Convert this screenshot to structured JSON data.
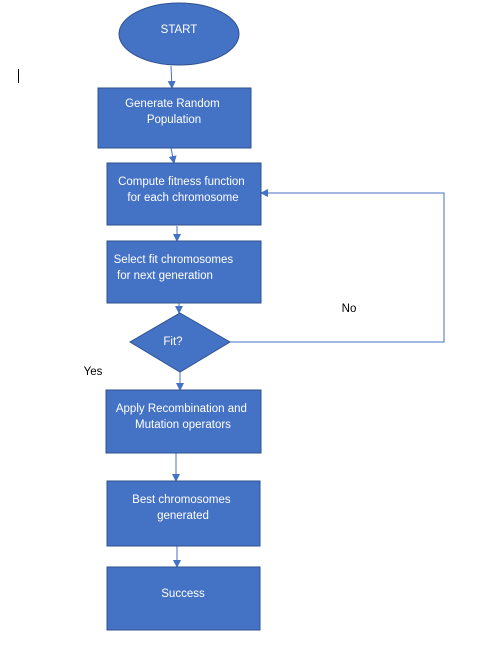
{
  "colors": {
    "node_fill": "#4472C4",
    "node_stroke": "#2F528F",
    "edge": "#4472C4",
    "node_text": "#FFFFFF",
    "label_text": "#000000"
  },
  "nodes": {
    "start": {
      "lines": [
        "START"
      ]
    },
    "generate": {
      "lines": [
        "Generate Random",
        "Population"
      ]
    },
    "compute": {
      "lines": [
        "Compute fitness function",
        "for each chromosome"
      ]
    },
    "select": {
      "lines": [
        "Select fit chromosomes",
        "for next generation"
      ]
    },
    "fit": {
      "lines": [
        "Fit?"
      ]
    },
    "apply": {
      "lines": [
        "Apply Recombination and",
        "Mutation operators"
      ]
    },
    "best": {
      "lines": [
        "Best chromosomes",
        "generated"
      ]
    },
    "success": {
      "lines": [
        "Success"
      ]
    }
  },
  "edge_labels": {
    "no": "No",
    "yes": "Yes"
  }
}
